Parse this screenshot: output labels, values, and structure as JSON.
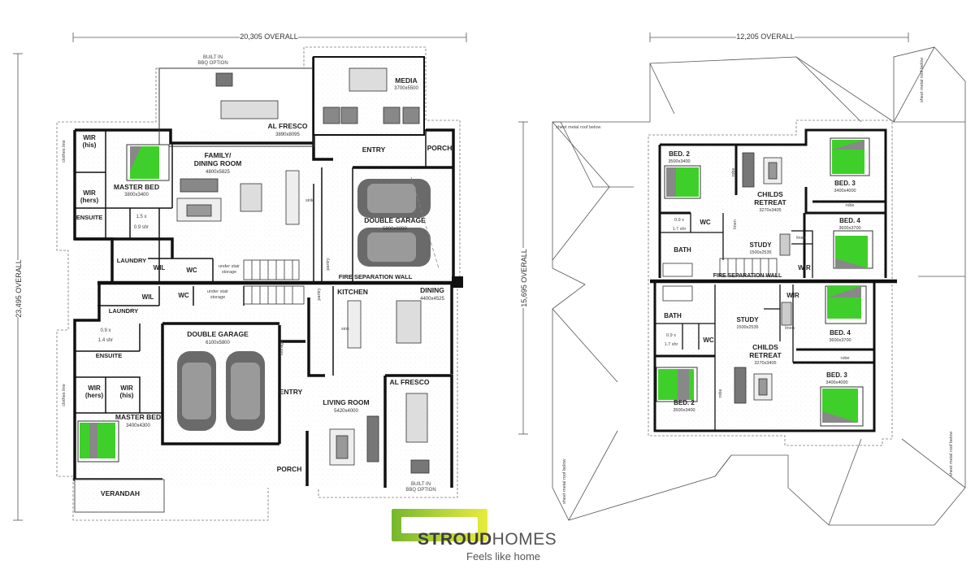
{
  "ground": {
    "overall_width": "20,305 OVERALL",
    "overall_depth": "23,495 OVERALL",
    "upper": {
      "built_in_bbq": [
        "BUILT IN",
        "BBQ OPTION"
      ],
      "alfresco": "AL FRESCO",
      "alfresco_dim": "3890x8095",
      "media": "MEDIA",
      "media_dim": "3700x5500",
      "wir_his": [
        "WIR",
        "(his)"
      ],
      "wir_hers": [
        "WIR",
        "(hers)"
      ],
      "master_bed": "MASTER BED",
      "master_bed_dim": "3800x3400",
      "family": "FAMILY/",
      "family2": "DINING ROOM",
      "family_dim": "4800x5825",
      "ensuite": "ENSUITE",
      "ensuite_shower": "1.5 x",
      "ensuite_shower2": "0.9 shr",
      "entry": "ENTRY",
      "porch": "PORCH",
      "garage": "DOUBLE GARAGE",
      "garage_dim": "5800x6000",
      "laundry": "LAUNDRY",
      "wil": "WIL",
      "wc": "WC",
      "under_stair": [
        "under stair",
        "storage"
      ],
      "pantry": "pantry",
      "sink": "sink",
      "clothes_line": "clothes line",
      "fire_wall": "FIRE SEPARATION WALL"
    },
    "lower": {
      "laundry": "LAUNDRY",
      "wil": "WIL",
      "wc": "WC",
      "under_stair": [
        "under stair",
        "storage"
      ],
      "kitchen": "KITCHEN",
      "dining": "DINING",
      "dining_dim": "4400x4525",
      "pantry": "pantry",
      "sink": "sink",
      "ensuite": "ENSUITE",
      "ensuite_shower": "0.9 x",
      "ensuite_shower2": "1.4 shr",
      "wir_hers": [
        "WIR",
        "(hers)"
      ],
      "wir_his": [
        "WIR",
        "(his)"
      ],
      "master_bed": "MASTER BED",
      "master_bed_dim": "3400x4300",
      "garage": "DOUBLE GARAGE",
      "garage_dim": "6100x5800",
      "storage": "storage",
      "entry": "ENTRY",
      "living": "LIVING ROOM",
      "living_dim": "5420x4000",
      "alfresco": "AL FRESCO",
      "built_in_bbq": [
        "BUILT IN",
        "BBQ OPTION"
      ],
      "porch": "PORCH",
      "verandah": "VERANDAH",
      "clothes_line": "clothes line"
    }
  },
  "first": {
    "overall_width": "12,205 OVERALL",
    "overall_depth": "15,695 OVERALL",
    "roof_note": "sheet metal roof below",
    "upper": {
      "bed2": "BED. 2",
      "bed2_dim": "3500x3400",
      "bed3": "BED. 3",
      "bed3_dim": "3400x4000",
      "bed4": "BED. 4",
      "bed4_dim": "3600x3700",
      "retreat": "CHILDS",
      "retreat2": "RETREAT",
      "retreat_dim": "3270x3405",
      "study": "STUDY",
      "study_dim": "1500x2535",
      "bath": "BATH",
      "wc": "WC",
      "wir": "WIR",
      "linen": "linen",
      "robe": "robe",
      "shower": "0.9 x",
      "shower2": "1.7 shr",
      "fire_wall": "FIRE SEPARATION WALL"
    },
    "lower": {
      "bath": "BATH",
      "study": "STUDY",
      "study_dim": "1500x2535",
      "wir": "WIR",
      "wc": "WC",
      "bed4": "BED. 4",
      "bed4_dim": "3600x3700",
      "retreat": "CHILDS",
      "retreat2": "RETREAT",
      "retreat_dim": "3270x3405",
      "bed3": "BED. 3",
      "bed3_dim": "3400x4000",
      "bed2": "BED. 2",
      "bed2_dim": "3500x3400",
      "linen": "linen",
      "robe": "robe",
      "shower": "0.9 x",
      "shower2": "1.7 shr"
    }
  },
  "brand": {
    "name_bold": "STROUD",
    "name_light": "HOMES",
    "tagline": "Feels like home"
  },
  "colors": {
    "wall": "#111111",
    "bed_green": "#3fcf2a",
    "roof_line": "#555555"
  }
}
